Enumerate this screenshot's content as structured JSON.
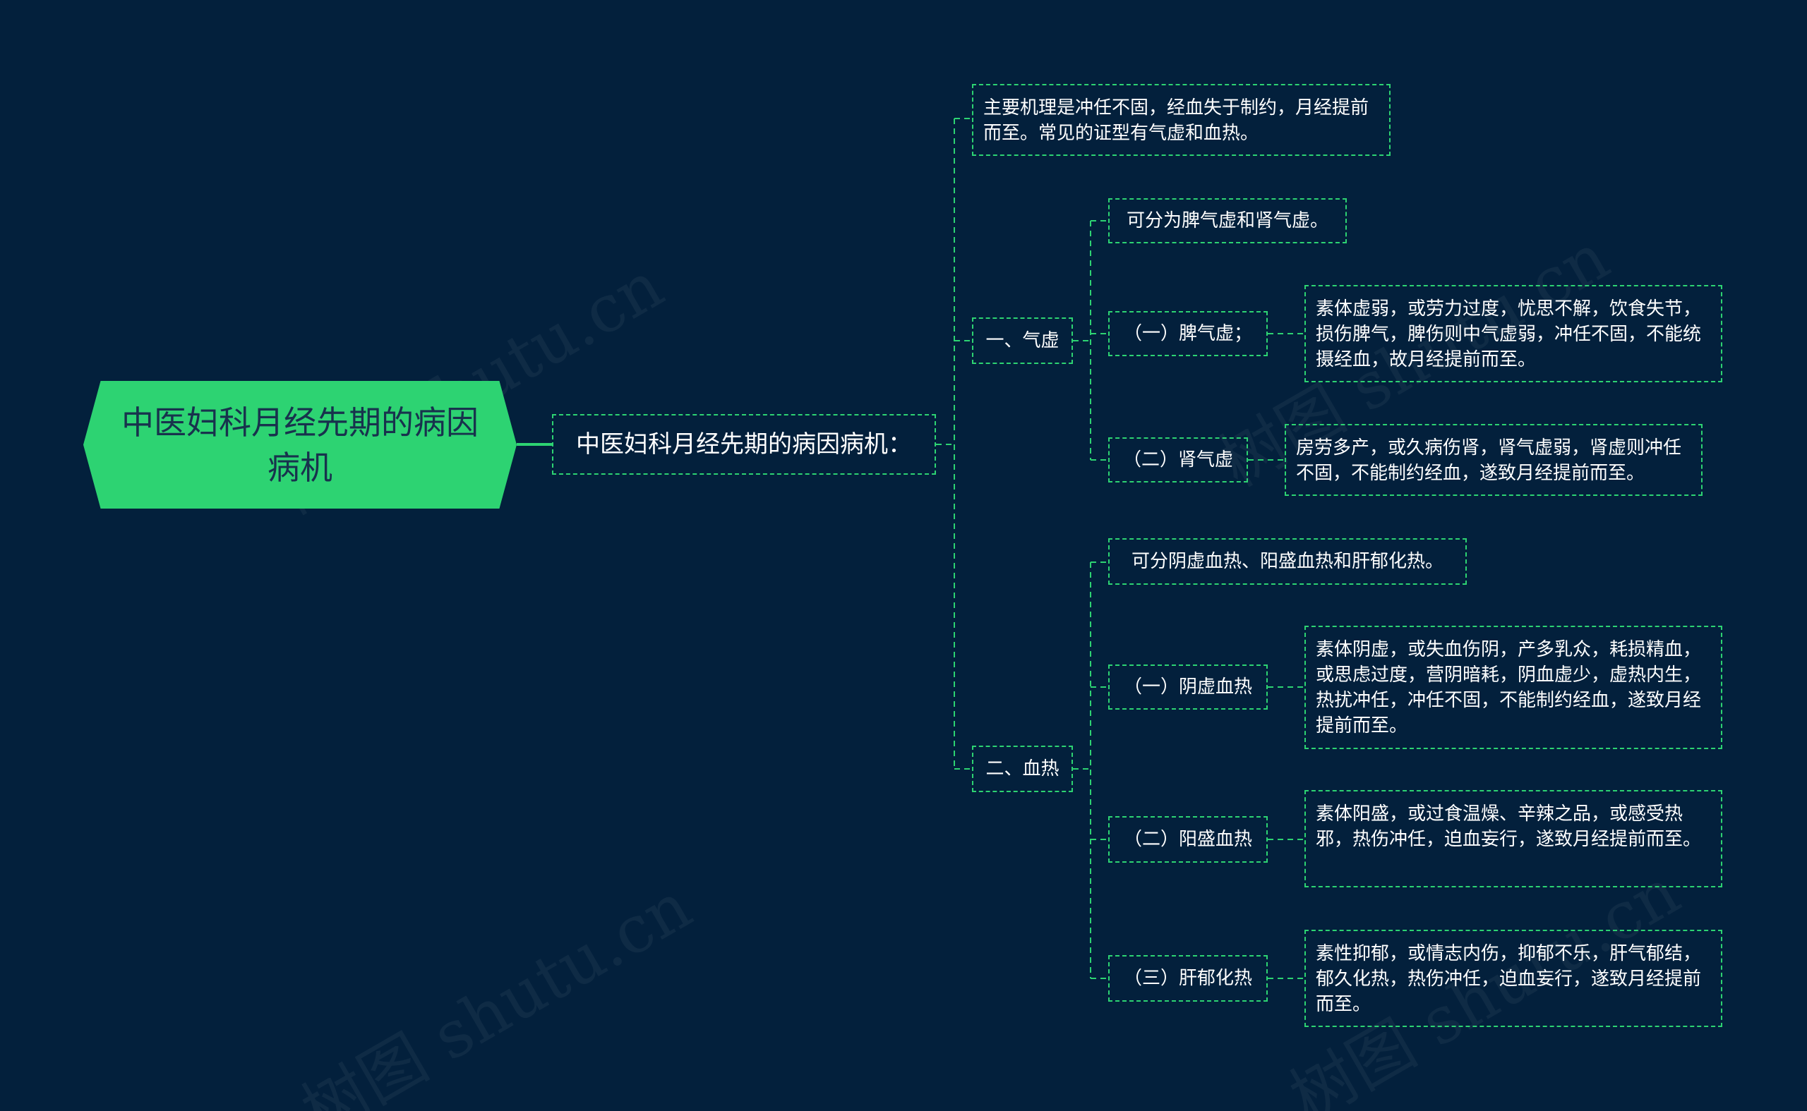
{
  "watermark_text": "树图 shutu.cn",
  "colors": {
    "background": "#03203c",
    "accent": "#2dd372",
    "node_text": "#ffffff",
    "root_text": "#18324d"
  },
  "root": {
    "label": "中医妇科月经先期的病因病机"
  },
  "main_topic": {
    "label": "中医妇科月经先期的病因病机："
  },
  "summary": {
    "text": "主要机理是冲任不固，经血失于制约，月经提前而至。常见的证型有气虚和血热。"
  },
  "qixu": {
    "label": "一、气虚",
    "intro": "可分为脾气虚和肾气虚。",
    "items": [
      {
        "label": "（一）脾气虚；",
        "detail": "素体虚弱，或劳力过度，忧思不解，饮食失节，损伤脾气，脾伤则中气虚弱，冲任不固，不能统摄经血，故月经提前而至。"
      },
      {
        "label": "（二）肾气虚",
        "detail": "房劳多产，或久病伤肾，肾气虚弱，肾虚则冲任不固，不能制约经血，遂致月经提前而至。"
      }
    ]
  },
  "xuere": {
    "label": "二、血热",
    "intro": "可分阴虚血热、阳盛血热和肝郁化热。",
    "items": [
      {
        "label": "（一）阴虚血热",
        "detail": "素体阴虚，或失血伤阴，产多乳众，耗损精血，或思虑过度，营阴暗耗，阴血虚少，虚热内生，热扰冲任，冲任不固，不能制约经血，遂致月经提前而至。"
      },
      {
        "label": "（二）阳盛血热",
        "detail": "素体阳盛，或过食温燥、辛辣之品，或感受热邪，热伤冲任，迫血妄行，遂致月经提前而至。"
      },
      {
        "label": "（三）肝郁化热",
        "detail": "素性抑郁，或情志内伤，抑郁不乐，肝气郁结，郁久化热，热伤冲任，迫血妄行，遂致月经提前而至。"
      }
    ]
  }
}
